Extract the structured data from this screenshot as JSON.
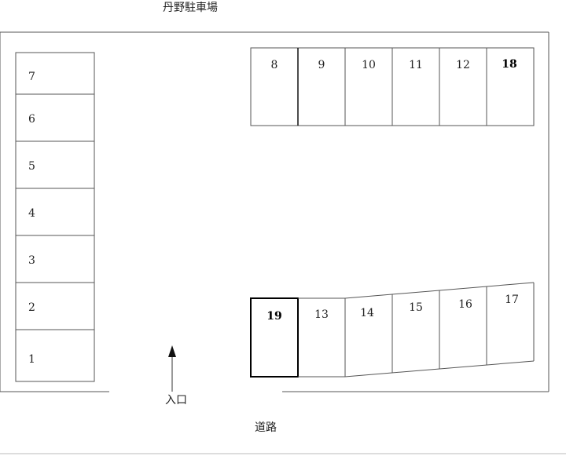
{
  "title": "丹野駐車場",
  "entrance_label": "入口",
  "road_label": "道路",
  "spaces": {
    "s1": "1",
    "s2": "2",
    "s3": "3",
    "s4": "4",
    "s5": "5",
    "s6": "6",
    "s7": "7",
    "s8": "8",
    "s9": "9",
    "s10": "10",
    "s11": "11",
    "s12": "12",
    "s18": "18",
    "s19": "19",
    "s13": "13",
    "s14": "14",
    "s15": "15",
    "s16": "16",
    "s17": "17"
  },
  "highlighted_spaces": [
    "18",
    "19"
  ]
}
